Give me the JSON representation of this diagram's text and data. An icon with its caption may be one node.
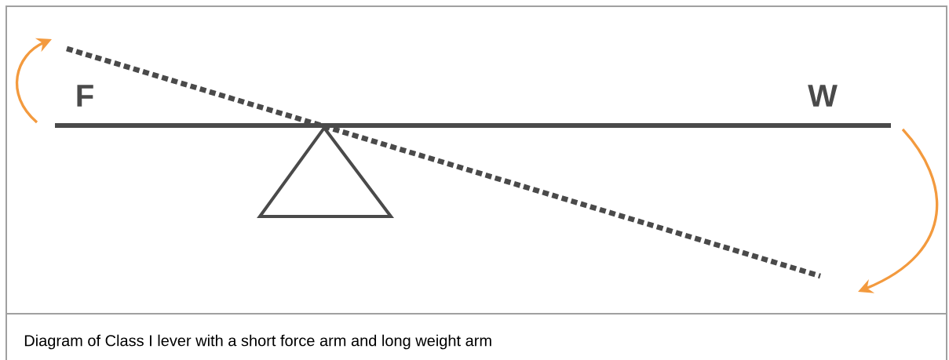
{
  "diagram": {
    "caption": "Diagram of Class I lever with a short force arm and long weight arm",
    "labels": [
      "F",
      "W"
    ]
  }
}
